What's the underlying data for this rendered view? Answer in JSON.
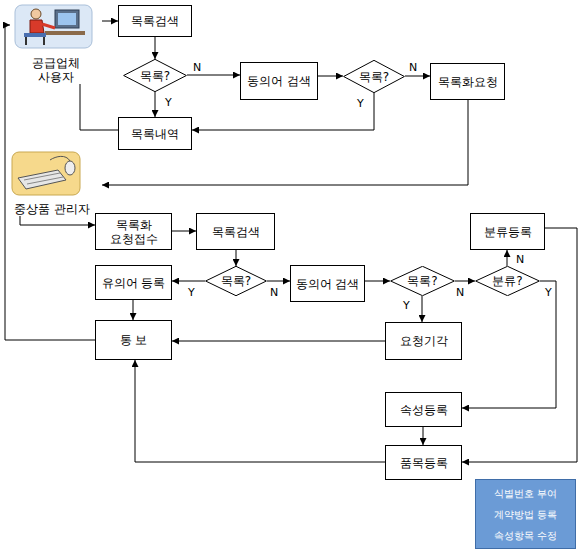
{
  "diagram": {
    "nodes": [
      {
        "text": [
          "공급업체 사용자"
        ]
      },
      {
        "text": [
          "목록검색"
        ]
      },
      {
        "text": [
          "목록?"
        ]
      },
      {
        "text": [
          "동의어 검색"
        ]
      },
      {
        "text": [
          "목록?"
        ]
      },
      {
        "text": [
          "목록화요청"
        ]
      },
      {
        "text": [
          "목록내역"
        ]
      },
      {
        "text": [
          "중상품 관리자"
        ]
      },
      {
        "text": [
          "목록화 요청접수"
        ]
      },
      {
        "text": [
          "목록검색"
        ]
      },
      {
        "text": [
          "목록?"
        ]
      },
      {
        "text": [
          "유의어 등록"
        ]
      },
      {
        "text": [
          "동의어 검색"
        ]
      },
      {
        "text": [
          "목록?"
        ]
      },
      {
        "text": [
          "분류?"
        ]
      },
      {
        "text": [
          "분류등록"
        ]
      },
      {
        "text": [
          "통 보"
        ]
      },
      {
        "text": [
          "요청기각"
        ]
      },
      {
        "text": [
          "속성등록"
        ]
      },
      {
        "text": [
          "품목등록"
        ]
      },
      {
        "text": [
          "식별번호 부여 계약방법 등록 속성항목 수정"
        ]
      }
    ],
    "edges": [
      {
        "from": 0,
        "to": 1,
        "arrow": "to"
      },
      {
        "from": 1,
        "to": 2,
        "arrow": "to"
      },
      {
        "from": 2,
        "to": 3,
        "label": "N",
        "arrow": "to"
      },
      {
        "from": 2,
        "to": 6,
        "label": "Y",
        "arrow": "to"
      },
      {
        "from": 3,
        "to": 4,
        "arrow": "to"
      },
      {
        "from": 4,
        "to": 5,
        "label": "N",
        "arrow": "to"
      },
      {
        "from": 4,
        "to": 6,
        "label": "Y",
        "arrow": "to"
      },
      {
        "from": 6,
        "to": 0,
        "arrow": "none"
      },
      {
        "from": 5,
        "to": 7,
        "arrow": "to"
      },
      {
        "from": 7,
        "to": 8,
        "arrow": "to"
      },
      {
        "from": 8,
        "to": 9,
        "arrow": "to"
      },
      {
        "from": 9,
        "to": 10,
        "arrow": "to"
      },
      {
        "from": 10,
        "to": 11,
        "label": "Y",
        "arrow": "to"
      },
      {
        "from": 10,
        "to": 12,
        "label": "N",
        "arrow": "to"
      },
      {
        "from": 12,
        "to": 13,
        "arrow": "to"
      },
      {
        "from": 13,
        "to": 14,
        "label": "N",
        "arrow": "to"
      },
      {
        "from": 13,
        "to": 17,
        "label": "Y",
        "arrow": "to"
      },
      {
        "from": 14,
        "to": 15,
        "label": "N",
        "arrow": "to"
      },
      {
        "from": 14,
        "to": 18,
        "label": "Y",
        "arrow": "to"
      },
      {
        "from": 15,
        "to": 19,
        "arrow": "to"
      },
      {
        "from": 18,
        "to": 19,
        "arrow": "to"
      },
      {
        "from": 19,
        "to": 16,
        "arrow": "to"
      },
      {
        "from": 11,
        "to": 16,
        "arrow": "to"
      },
      {
        "from": 17,
        "to": 16,
        "arrow": "to"
      },
      {
        "from": 16,
        "to": 0,
        "arrow": "to"
      }
    ]
  }
}
